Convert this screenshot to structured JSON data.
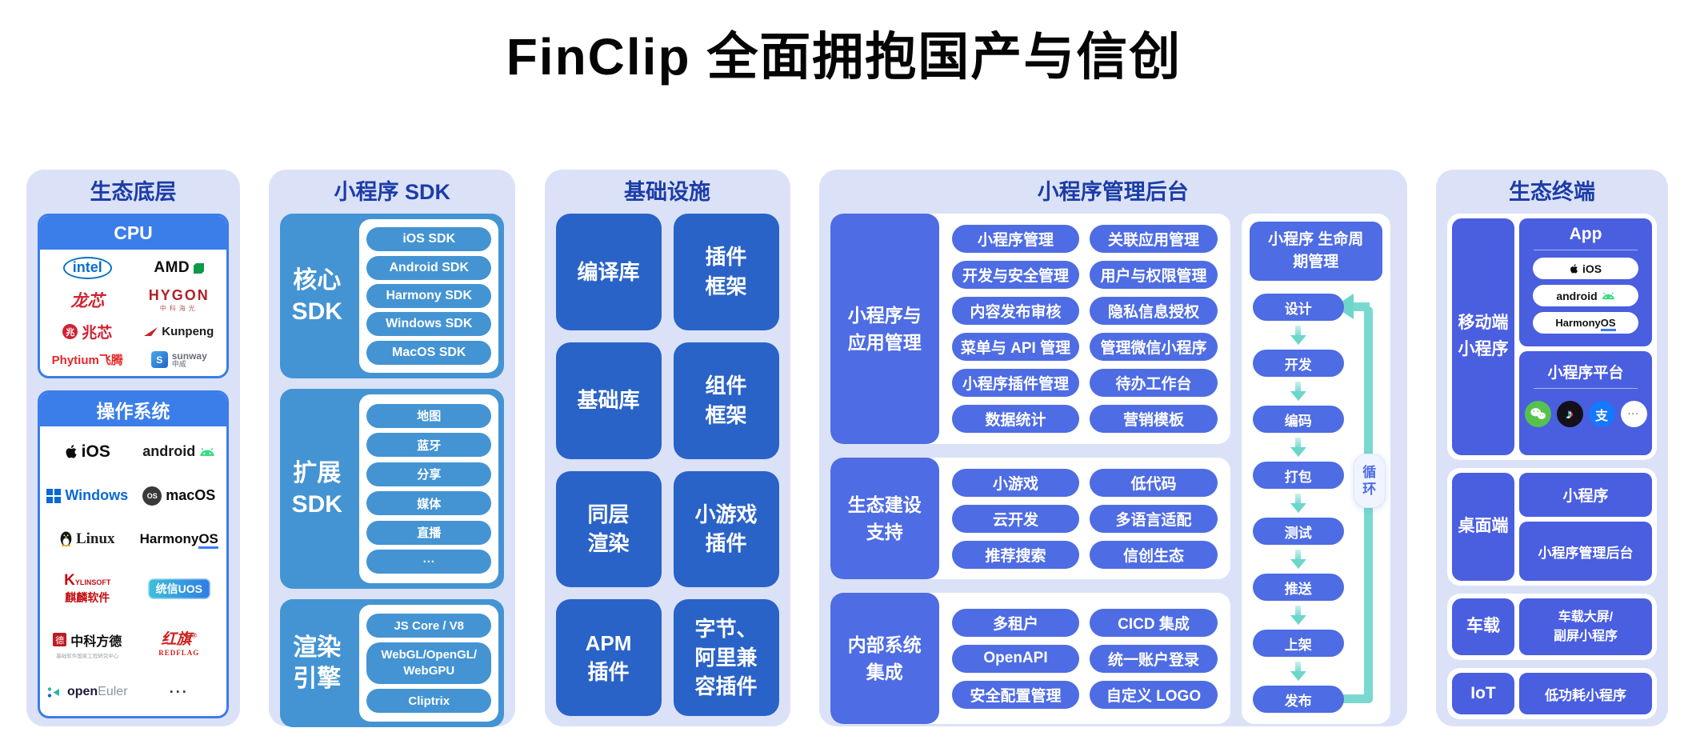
{
  "title": "FinClip 全面拥抱国产与信创",
  "colors": {
    "column_bg": "#dbe2f8",
    "header_text": "#1c3ca8",
    "bright_blue": "#3b7de9",
    "sdk_blue": "#4494d3",
    "infra_blue": "#2a63c7",
    "mgmt_indigo": "#4e6ce3",
    "terminal_indigo": "#4a5ee0",
    "loop_teal": "#79d9d0"
  },
  "eco_base": {
    "title": "生态底层",
    "cpu": {
      "header": "CPU",
      "intel": "intel",
      "amd": "AMD",
      "loongson": "龙芯",
      "hygon": "HYGON",
      "hygon_sub": "中科海光",
      "zhaoxin_badge": "兆",
      "zhaoxin": "兆芯",
      "kunpeng": "Kunpeng",
      "phytium": "Phytium飞腾",
      "sunway": "sunway",
      "sunway_sub": "申威"
    },
    "os": {
      "header": "操作系统",
      "ios": "iOS",
      "android": "android",
      "windows": "Windows",
      "macos_badge": "OS",
      "macos": "macOS",
      "linux": "Linux",
      "harmony_pre": "Harmony",
      "harmony_os": "OS",
      "kylin_k": "K",
      "kylin_rest": "YLINSOFT",
      "kylin_sub": "麒麟软件",
      "uos": "统信UOS",
      "fangde_badge": "德",
      "fangde": "中科方德",
      "fangde_sub": "基础软件国家工程研究中心",
      "redflag": "红旗",
      "redflag_reg": "®",
      "redflag_sub": "REDFLAG",
      "oe_open": "open",
      "oe_euler": "Euler",
      "more": "···"
    }
  },
  "sdk": {
    "title": "小程序 SDK",
    "core_label": "核心 SDK",
    "core_items": [
      "iOS SDK",
      "Android SDK",
      "Harmony SDK",
      "Windows SDK",
      "MacOS SDK"
    ],
    "ext_label": "扩展 SDK",
    "ext_items": [
      "地图",
      "蓝牙",
      "分享",
      "媒体",
      "直播",
      "···"
    ],
    "render_label": "渲染引擎",
    "render_items": [
      "JS Core / V8",
      "WebGL/OpenGL/",
      "WebGPU",
      "Cliptrix"
    ]
  },
  "infra": {
    "title": "基础设施",
    "cells": [
      "编译库",
      "插件框架",
      "基础库",
      "组件框架",
      "同层渲染",
      "小游戏插件",
      "APM插件",
      "字节、阿里兼容插件"
    ]
  },
  "mgmt": {
    "title": "小程序管理后台",
    "groups": [
      {
        "label": "小程序与应用管理",
        "items": [
          "小程序管理",
          "关联应用管理",
          "开发与安全管理",
          "用户与权限管理",
          "内容发布审核",
          "隐私信息授权",
          "菜单与 API 管理",
          "管理微信小程序",
          "小程序插件管理",
          "待办工作台",
          "数据统计",
          "营销模板"
        ]
      },
      {
        "label": "生态建设支持",
        "items": [
          "小游戏",
          "低代码",
          "云开发",
          "多语言适配",
          "推荐搜索",
          "信创生态"
        ]
      },
      {
        "label": "内部系统集成",
        "items": [
          "多租户",
          "CICD 集成",
          "OpenAPI",
          "统一账户登录",
          "安全配置管理",
          "自定义 LOGO"
        ]
      }
    ]
  },
  "lifecycle": {
    "title": "小程序 生命周期管理",
    "steps": [
      "设计",
      "开发",
      "编码",
      "打包",
      "测试",
      "推送",
      "上架",
      "发布"
    ],
    "loop": "循环"
  },
  "terminal": {
    "title": "生态终端",
    "mobile": {
      "label": "移动端小程序",
      "app_title": "App",
      "ios": "iOS",
      "android": "android",
      "harmony_pre": "Harmony",
      "harmony_os": "OS",
      "platform_title": "小程序平台",
      "douyin_glyph": "♪",
      "alipay_glyph": "支",
      "more_glyph": "···"
    },
    "desktop": {
      "label": "桌面端",
      "item1": "小程序",
      "item2": "小程序管理后台"
    },
    "vehicle": {
      "label": "车载",
      "line1": "车载大屏/",
      "line2": "副屏小程序"
    },
    "iot": {
      "label": "IoT",
      "item": "低功耗小程序"
    }
  }
}
